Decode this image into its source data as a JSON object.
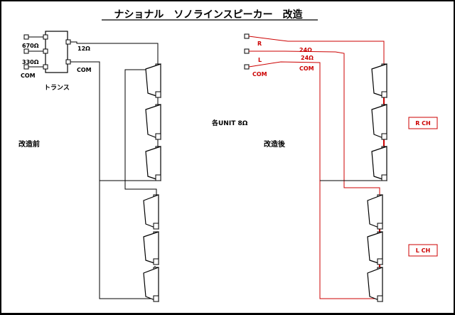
{
  "title": "ナショナル　ソノラインスピーカー　改造",
  "before": {
    "section_label": "改造前",
    "transformer_label": "トランス",
    "taps": [
      "670Ω",
      "330Ω",
      "COM"
    ],
    "out_12": "12Ω",
    "out_com": "COM"
  },
  "center_label": "各UNIT 8Ω",
  "after": {
    "section_label": "改造後",
    "inputs": [
      "R",
      "L",
      "COM"
    ],
    "r_imp": "24Ω",
    "l_imp": "24Ω",
    "com_label": "COM",
    "r_ch": "R CH",
    "l_ch": "L CH"
  },
  "colors": {
    "line": "#000000",
    "rewire": "#cc0000"
  }
}
